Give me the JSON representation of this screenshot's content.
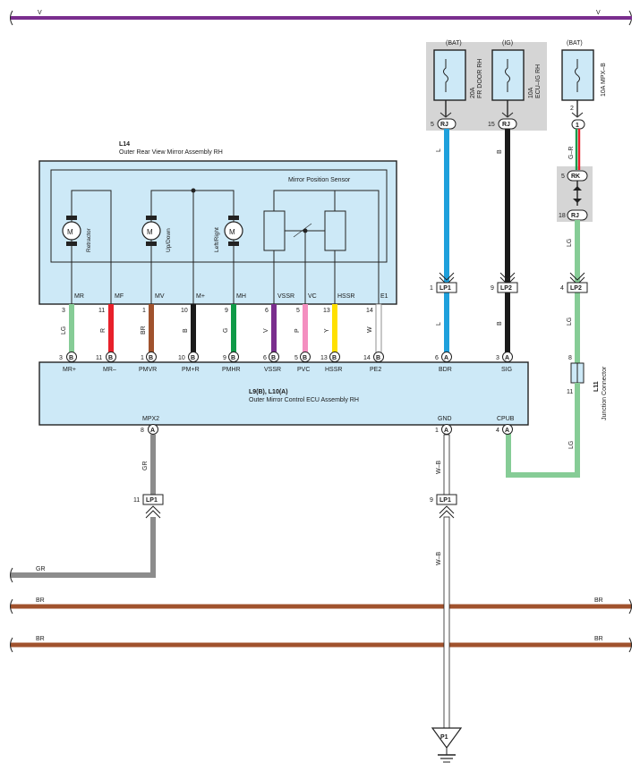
{
  "colors": {
    "V": "#7a2e8e",
    "BR": "#a0522d",
    "GR": "#8c8c8c",
    "LG": "#86cc96",
    "R": "#e8202a",
    "B": "#1a1a1a",
    "G": "#0f9a48",
    "P": "#f48fc0",
    "Y": "#ffe000",
    "W": "#ffffff",
    "L": "#1ea0dc",
    "WB": "#ffffff",
    "ecu_fill": "#cde9f7",
    "fuse_bg": "#d5d5d5"
  },
  "rails": {
    "top_label_left": "V",
    "top_label_right": "V",
    "gr_label": "GR",
    "br1_left": "BR",
    "br1_right": "BR",
    "br2_left": "BR",
    "br2_right": "BR"
  },
  "fuses": [
    {
      "supply": "(BAT)",
      "name_line1": "20A",
      "name_line2": "FR DOOR RH",
      "pin": "5",
      "conn": "RJ",
      "wire": "L"
    },
    {
      "supply": "(IG)",
      "name_line1": "10A",
      "name_line2": "ECU–IG RH",
      "pin": "15",
      "conn": "RJ",
      "wire": "B"
    },
    {
      "supply": "(BAT)",
      "name_line1": "10A MPX–B",
      "name_line2": "",
      "pin": "2",
      "conn": "1",
      "wire": "G–R"
    }
  ],
  "junction_block": {
    "pin_top": "5",
    "conn_top": "RK",
    "pin_bottom": "18",
    "conn_bottom": "RJ",
    "wire_below": "LG"
  },
  "mirror": {
    "code": "L14",
    "name": "Outer Rear View Mirror Assembly RH",
    "sensor_label": "Mirror Position Sensor",
    "motor_symbol": "M",
    "motors": [
      "Retractor",
      "Up/Down",
      "Left/Right"
    ],
    "terminals": [
      "MR",
      "MF",
      "MV",
      "M+",
      "MH",
      "VSSR",
      "VC",
      "HSSR",
      "E1"
    ]
  },
  "harness": [
    {
      "mirror_pin": "3",
      "wire": "LG",
      "ecu_pin": "3",
      "conn": "B",
      "ecu_term": "MR+"
    },
    {
      "mirror_pin": "11",
      "wire": "R",
      "ecu_pin": "11",
      "conn": "B",
      "ecu_term": "MR–"
    },
    {
      "mirror_pin": "1",
      "wire": "BR",
      "ecu_pin": "1",
      "conn": "B",
      "ecu_term": "PMVR"
    },
    {
      "mirror_pin": "10",
      "wire": "B",
      "ecu_pin": "10",
      "conn": "B",
      "ecu_term": "PM+R"
    },
    {
      "mirror_pin": "9",
      "wire": "G",
      "ecu_pin": "9",
      "conn": "B",
      "ecu_term": "PMHR"
    },
    {
      "mirror_pin": "6",
      "wire": "V",
      "ecu_pin": "6",
      "conn": "B",
      "ecu_term": "VSSR"
    },
    {
      "mirror_pin": "5",
      "wire": "P",
      "ecu_pin": "5",
      "conn": "B",
      "ecu_term": "PVC"
    },
    {
      "mirror_pin": "13",
      "wire": "Y",
      "ecu_pin": "13",
      "conn": "B",
      "ecu_term": "HSSR"
    },
    {
      "mirror_pin": "14",
      "wire": "W",
      "ecu_pin": "14",
      "conn": "B",
      "ecu_term": "PE2"
    }
  ],
  "ecu": {
    "code": "L9(B), L10(A)",
    "name": "Outer Mirror Control ECU Assembly RH",
    "top_right": [
      {
        "pin": "6",
        "conn": "A",
        "term": "BDR"
      },
      {
        "pin": "3",
        "conn": "A",
        "term": "SIG"
      }
    ],
    "bottom": [
      {
        "pin": "8",
        "conn": "A",
        "term": "MPX2"
      },
      {
        "pin": "1",
        "conn": "A",
        "term": "GND"
      },
      {
        "pin": "4",
        "conn": "A",
        "term": "CPUB"
      }
    ]
  },
  "connectors": {
    "lp1_top": {
      "pin": "1",
      "conn": "LP1",
      "wire_below": "L"
    },
    "lp2_top": {
      "pin": "9",
      "conn": "LP2",
      "wire_below": "B"
    },
    "lp2_right": {
      "pin": "4",
      "conn": "LP2",
      "wire_below": "LG"
    },
    "lp1_gr": {
      "pin": "11",
      "conn": "LP1"
    },
    "lp1_gnd": {
      "pin": "9",
      "conn": "LP1"
    }
  },
  "junction_connector": {
    "code": "L11",
    "name": "Junction Connector",
    "pin_top": "8",
    "pin_bottom": "11",
    "wire_below": "LG"
  },
  "ground": {
    "code": "P1",
    "wire_above": "W–B",
    "wire_below": "W–B"
  },
  "gr_wire_label": "GR"
}
